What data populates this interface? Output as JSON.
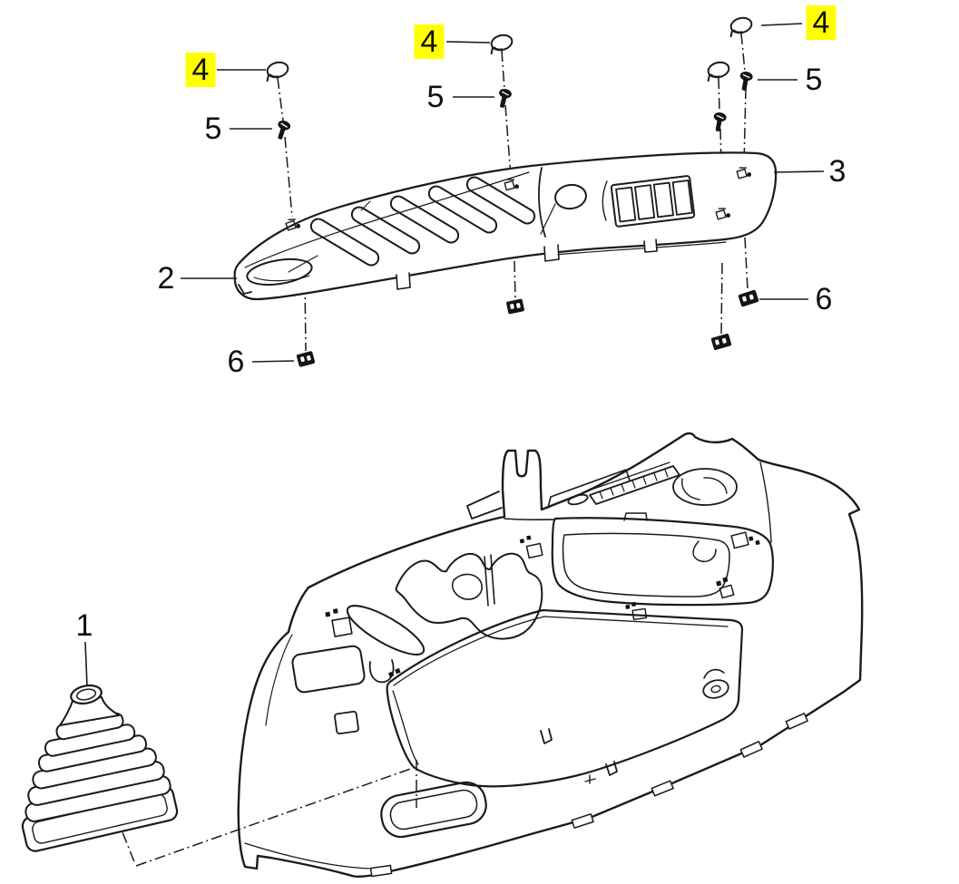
{
  "diagram": {
    "type": "exploded-parts-diagram",
    "background_color": "#ffffff",
    "line_color": "#1b1b1b",
    "highlight_color": "#ffff00",
    "callouts": [
      {
        "id": "callout-1",
        "label": "1",
        "highlighted": false
      },
      {
        "id": "callout-2",
        "label": "2",
        "highlighted": false
      },
      {
        "id": "callout-3",
        "label": "3",
        "highlighted": false
      },
      {
        "id": "callout-4-left",
        "label": "4",
        "highlighted": true
      },
      {
        "id": "callout-4-middle",
        "label": "4",
        "highlighted": true
      },
      {
        "id": "callout-4-right",
        "label": "4",
        "highlighted": true
      },
      {
        "id": "callout-5-left",
        "label": "5",
        "highlighted": false
      },
      {
        "id": "callout-5-middle",
        "label": "5",
        "highlighted": false
      },
      {
        "id": "callout-5-right",
        "label": "5",
        "highlighted": false
      },
      {
        "id": "callout-6-left",
        "label": "6",
        "highlighted": false
      },
      {
        "id": "callout-6-right",
        "label": "6",
        "highlighted": false
      }
    ]
  }
}
